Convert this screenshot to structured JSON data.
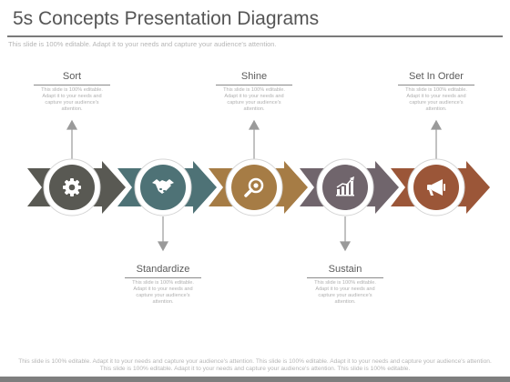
{
  "title": "5s Concepts Presentation Diagrams",
  "subtitle": "This slide is 100% editable. Adapt it to your needs and capture your audience's attention.",
  "steps": [
    {
      "label": "Sort",
      "desc": "This slide is 100% editable. Adapt it to your needs and capture your audience's attention.",
      "color": "#595953",
      "icon": "gear-icon"
    },
    {
      "label": "Standardize",
      "desc": "This slide is 100% editable. Adapt it to your needs and capture your audience's attention.",
      "color": "#4e7276",
      "icon": "handshake-icon"
    },
    {
      "label": "Shine",
      "desc": "This slide is 100% editable. Adapt it to your needs and capture your audience's attention.",
      "color": "#a67c45",
      "icon": "magnifier-icon"
    },
    {
      "label": "Sustain",
      "desc": "This slide is 100% editable. Adapt it to your needs and capture your audience's attention.",
      "color": "#70656c",
      "icon": "growth-chart-icon"
    },
    {
      "label": "Set In Order",
      "desc": "This slide is 100% editable. Adapt it to your needs and capture your audience's attention.",
      "color": "#9b5638",
      "icon": "megaphone-icon"
    }
  ],
  "footer": "This slide is 100% editable. Adapt it to your needs and capture your audience's attention. This slide is 100% editable. Adapt it to your needs and capture your audience's attention. This slide is 100% editable. Adapt it to your needs and capture your audience's attention. This slide is 100% editable."
}
